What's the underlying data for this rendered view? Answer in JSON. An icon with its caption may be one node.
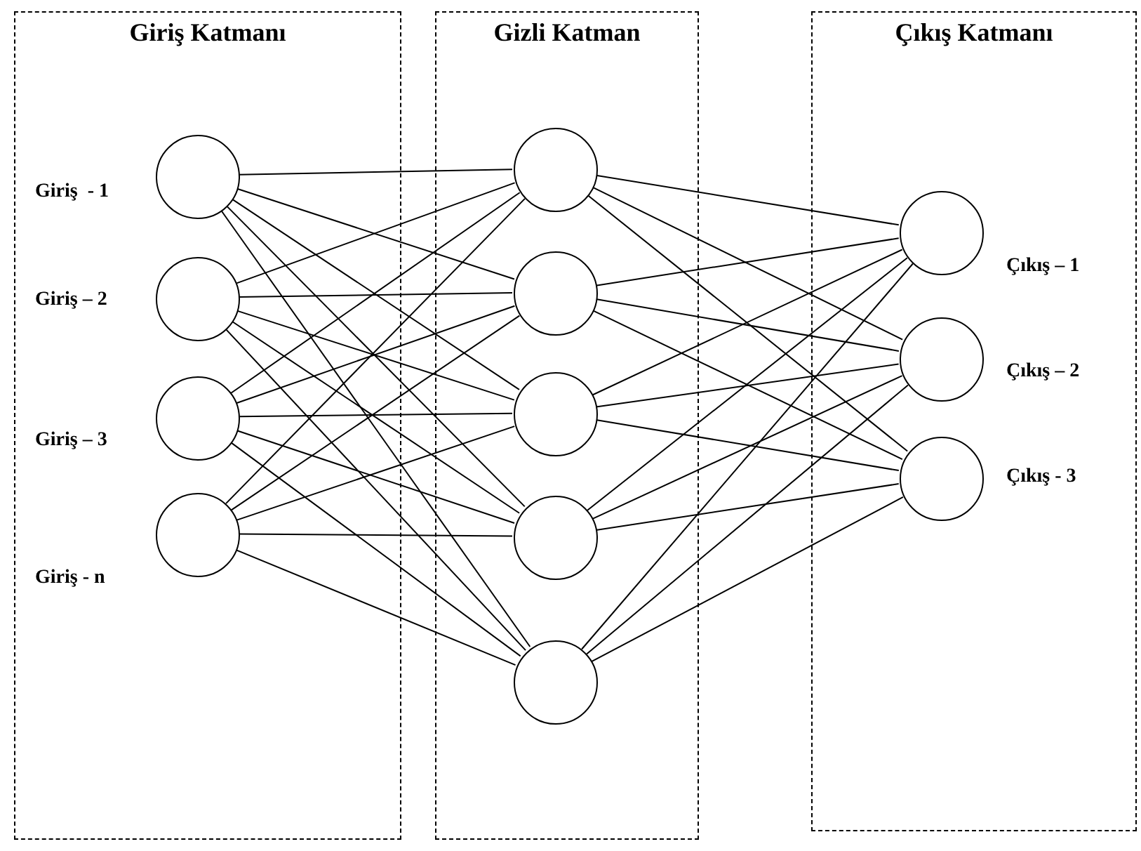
{
  "diagram": {
    "nodes": [
      {
        "text": [
          "Giriş Katmanı"
        ]
      },
      {
        "text": [],
        "shape": "circle",
        "in": 0,
        "beside": [
          "Giriş  - 1"
        ]
      },
      {
        "text": [],
        "shape": "circle",
        "in": 0,
        "beside": [
          "Giriş – 2"
        ]
      },
      {
        "text": [],
        "shape": "circle",
        "in": 0,
        "beside": [
          "Giriş – 3"
        ]
      },
      {
        "text": [],
        "shape": "circle",
        "in": 0,
        "beside": [
          "Giriş - n"
        ]
      },
      {
        "text": [
          "Gizli Katman"
        ]
      },
      {
        "text": [],
        "shape": "circle",
        "in": 5
      },
      {
        "text": [],
        "shape": "circle",
        "in": 5
      },
      {
        "text": [],
        "shape": "circle",
        "in": 5
      },
      {
        "text": [],
        "shape": "circle",
        "in": 5
      },
      {
        "text": [],
        "shape": "circle",
        "in": 5
      },
      {
        "text": [
          "Çıkış Katmanı"
        ]
      },
      {
        "text": [],
        "shape": "circle",
        "in": 11,
        "beside": [
          "Çıkış – 1"
        ]
      },
      {
        "text": [],
        "shape": "circle",
        "in": 11,
        "beside": [
          "Çıkış – 2"
        ]
      },
      {
        "text": [],
        "shape": "circle",
        "in": 11,
        "beside": [
          "Çıkış - 3"
        ]
      }
    ],
    "edges": [
      {
        "from": 1,
        "to": 6,
        "arrow": "none"
      },
      {
        "from": 1,
        "to": 7,
        "arrow": "none"
      },
      {
        "from": 1,
        "to": 8,
        "arrow": "none"
      },
      {
        "from": 1,
        "to": 9,
        "arrow": "none"
      },
      {
        "from": 1,
        "to": 10,
        "arrow": "none"
      },
      {
        "from": 2,
        "to": 6,
        "arrow": "none"
      },
      {
        "from": 2,
        "to": 7,
        "arrow": "none"
      },
      {
        "from": 2,
        "to": 8,
        "arrow": "none"
      },
      {
        "from": 2,
        "to": 9,
        "arrow": "none"
      },
      {
        "from": 2,
        "to": 10,
        "arrow": "none"
      },
      {
        "from": 3,
        "to": 6,
        "arrow": "none"
      },
      {
        "from": 3,
        "to": 7,
        "arrow": "none"
      },
      {
        "from": 3,
        "to": 8,
        "arrow": "none"
      },
      {
        "from": 3,
        "to": 9,
        "arrow": "none"
      },
      {
        "from": 3,
        "to": 10,
        "arrow": "none"
      },
      {
        "from": 4,
        "to": 6,
        "arrow": "none"
      },
      {
        "from": 4,
        "to": 7,
        "arrow": "none"
      },
      {
        "from": 4,
        "to": 8,
        "arrow": "none"
      },
      {
        "from": 4,
        "to": 9,
        "arrow": "none"
      },
      {
        "from": 4,
        "to": 10,
        "arrow": "none"
      },
      {
        "from": 6,
        "to": 12,
        "arrow": "none"
      },
      {
        "from": 6,
        "to": 13,
        "arrow": "none"
      },
      {
        "from": 6,
        "to": 14,
        "arrow": "none"
      },
      {
        "from": 7,
        "to": 12,
        "arrow": "none"
      },
      {
        "from": 7,
        "to": 13,
        "arrow": "none"
      },
      {
        "from": 7,
        "to": 14,
        "arrow": "none"
      },
      {
        "from": 8,
        "to": 12,
        "arrow": "none"
      },
      {
        "from": 8,
        "to": 13,
        "arrow": "none"
      },
      {
        "from": 8,
        "to": 14,
        "arrow": "none"
      },
      {
        "from": 9,
        "to": 12,
        "arrow": "none"
      },
      {
        "from": 9,
        "to": 13,
        "arrow": "none"
      },
      {
        "from": 9,
        "to": 14,
        "arrow": "none"
      },
      {
        "from": 10,
        "to": 12,
        "arrow": "none"
      },
      {
        "from": 10,
        "to": 13,
        "arrow": "none"
      },
      {
        "from": 10,
        "to": 14,
        "arrow": "none"
      }
    ]
  }
}
